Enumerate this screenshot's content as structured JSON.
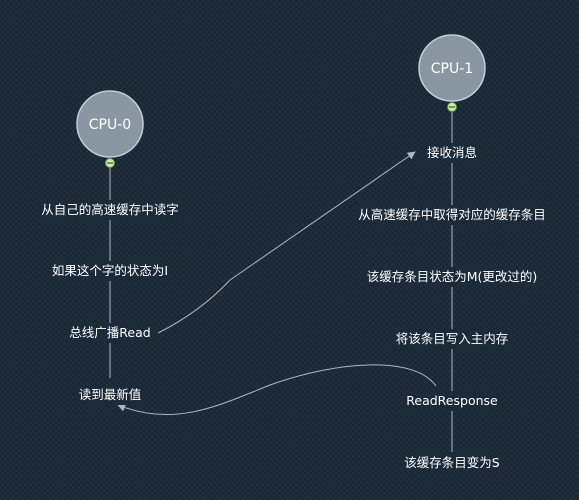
{
  "cpu0": {
    "title": "CPU-0",
    "steps": [
      "从自己的高速缓存中读字",
      "如果这个字的状态为I",
      "总线广播Read",
      "读到最新值"
    ]
  },
  "cpu1": {
    "title": "CPU-1",
    "steps": [
      "接收消息",
      "从高速缓存中取得对应的缓存条目",
      "该缓存条目状态为M(更改过的)",
      "将该条目写入主内存",
      "ReadResponse",
      "该缓存条目变为S"
    ]
  },
  "colors": {
    "background": "#1c2b3a",
    "line": "#a9b8c4",
    "circle_fill": "#8a96a1",
    "circle_stroke": "#c5cdd4",
    "collapse_toggle": "#c8f0a0",
    "text": "#ffffff"
  }
}
